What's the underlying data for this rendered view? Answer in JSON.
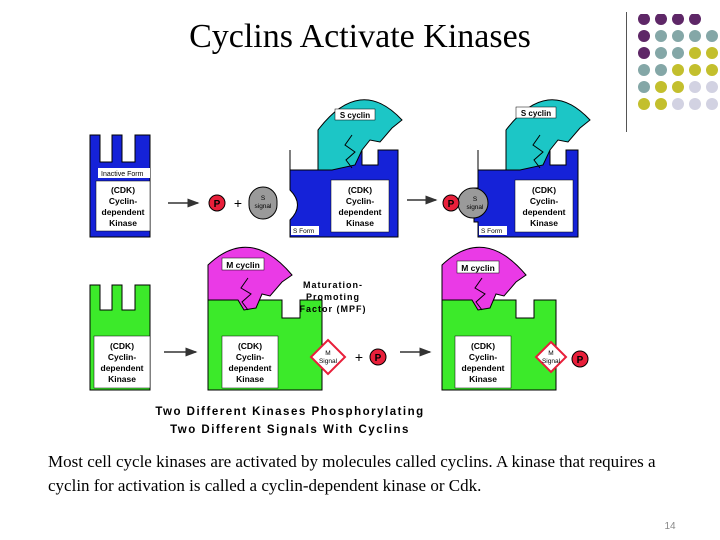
{
  "slide": {
    "title": "Cyclins Activate Kinases",
    "caption": "Most cell cycle kinases are activated by molecules called cyclins.  A kinase that requires a cyclin for activation is called a cyclin-dependent kinase or Cdk.",
    "page_number": "14"
  },
  "diagram": {
    "inactive_form": "Inactive Form",
    "cdk_lines": [
      "(CDK)",
      "Cyclin-",
      "dependent",
      "Kinase"
    ],
    "s_cyclin": "S cyclin",
    "m_cyclin": "M cyclin",
    "s_form": "S Form",
    "p_label": "P",
    "plus": "+",
    "s_signal_lines": [
      "S",
      "signal"
    ],
    "m_signal_lines": [
      "M",
      "Signal"
    ],
    "mpf_lines": [
      "Maturation-",
      "Promoting",
      "Factor (MPF)"
    ],
    "footer_lines": [
      "Two Different Kinases Phosphorylating",
      "Two Different Signals With Cyclins"
    ]
  },
  "colors": {
    "blue_kinase": "#1522d8",
    "cyan_cyclin": "#1cc6c6",
    "green_kinase": "#3cea2a",
    "magenta_cyclin": "#ea3ae6",
    "phosphate_red": "#e81f3a",
    "dot_purple": "#5e2767",
    "dot_teal": "#84a7a7",
    "dot_olive": "#c3bf2d",
    "dot_lavender": "#d2d2e2"
  }
}
